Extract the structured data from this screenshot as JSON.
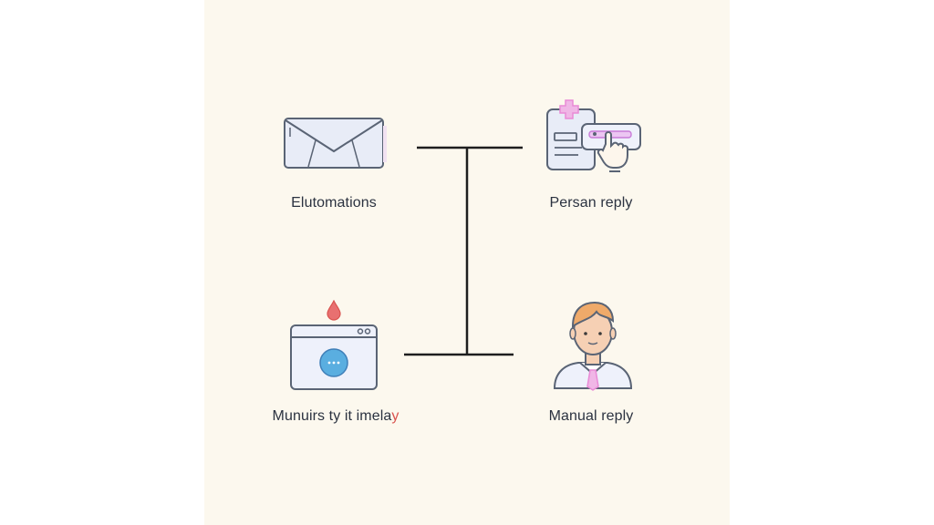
{
  "diagram": {
    "nodes": {
      "top_left": {
        "label": "Elutomations",
        "icon": "envelope-icon"
      },
      "top_right": {
        "label": "Persan reply",
        "icon": "clipboard-click-icon"
      },
      "bottom_left": {
        "label_main": "Munuirs ty it imela",
        "label_accent": "y",
        "icon": "chat-window-icon"
      },
      "bottom_right": {
        "label": "Manual reply",
        "icon": "person-icon"
      }
    },
    "colors": {
      "background": "#fcf8ee",
      "line": "#1e1e1e",
      "icon_stroke": "#5a6475",
      "icon_fill": "#e8ecf7",
      "accent_pink": "#e98ad6",
      "accent_red": "#d9534f",
      "accent_blue": "#5aaee0",
      "skin": "#f6d0b4",
      "hair": "#efaa6a"
    }
  }
}
